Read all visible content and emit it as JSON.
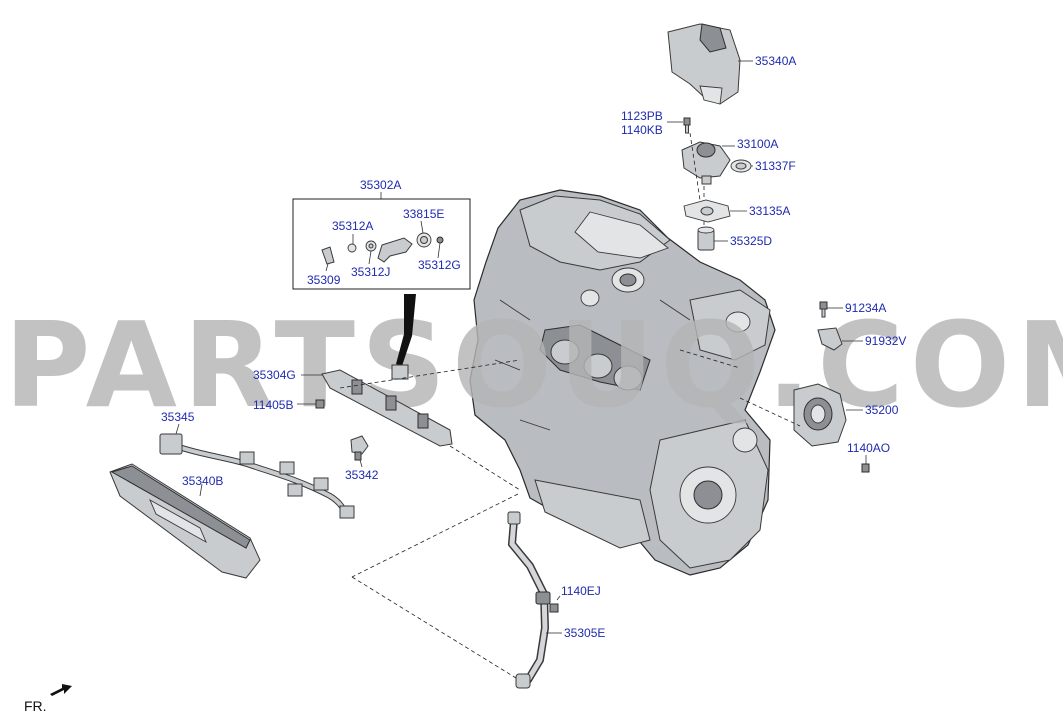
{
  "watermark": "PARTSOUQ.COM",
  "orientation": "FR.",
  "callouts": {
    "c35340A": "35340A",
    "c1123PB": "1123PB",
    "c1140KB": "1140KB",
    "c33100A": "33100A",
    "c31337F": "31337F",
    "c33135A": "33135A",
    "c35325D": "35325D",
    "c35302A": "35302A",
    "c35312A": "35312A",
    "c33815E": "33815E",
    "c35309": "35309",
    "c35312J": "35312J",
    "c35312G": "35312G",
    "c91234A": "91234A",
    "c91932V": "91932V",
    "c35304G": "35304G",
    "c11405B": "11405B",
    "c35200": "35200",
    "c35345": "35345",
    "c1140AO": "1140AO",
    "c35342": "35342",
    "c35340B": "35340B",
    "c1140EJ": "1140EJ",
    "c35305E": "35305E"
  }
}
